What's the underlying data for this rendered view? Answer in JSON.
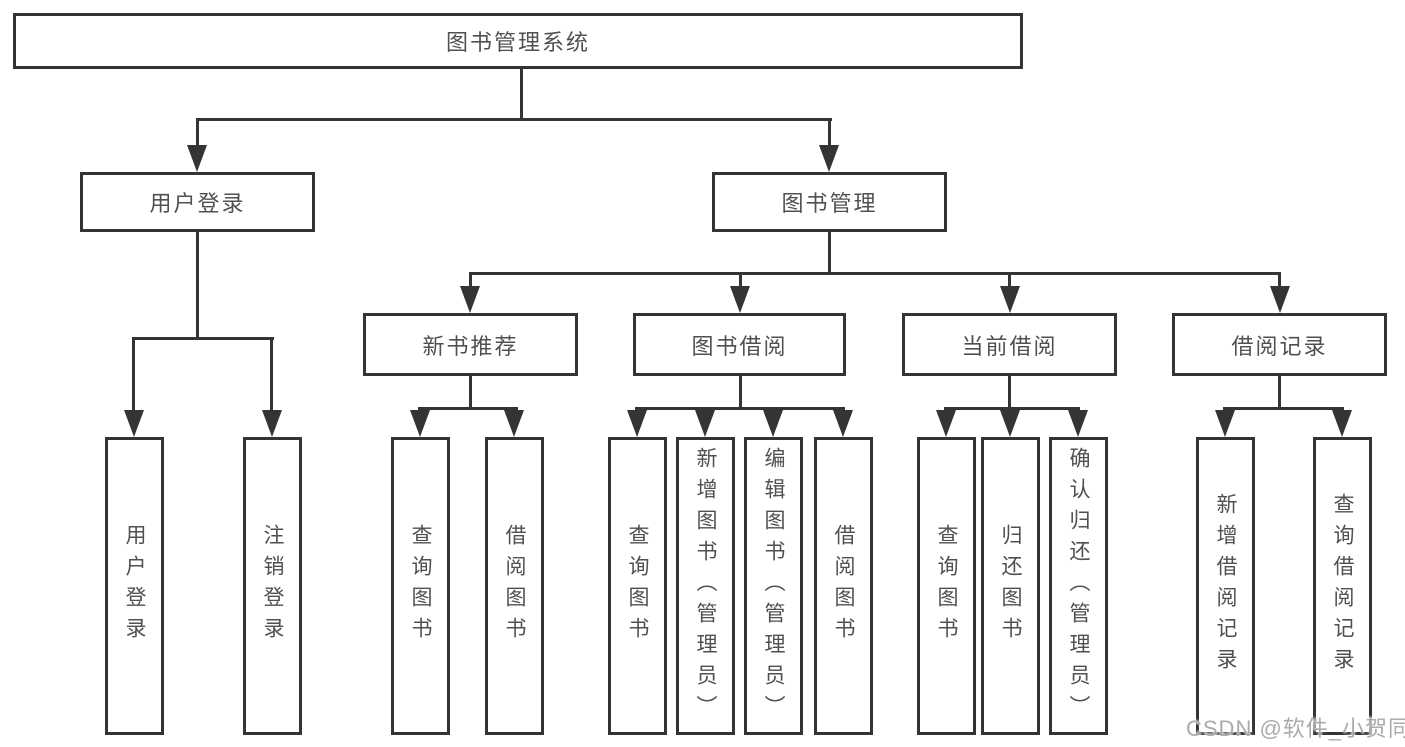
{
  "nodes": {
    "root": "图书管理系统",
    "user_login_branch": "用户登录",
    "book_management_branch": "图书管理",
    "new_book_recommend": "新书推荐",
    "book_borrowing": "图书借阅",
    "current_borrowing": "当前借阅",
    "borrowing_records": "借阅记录",
    "leaf_user_login": "用户登录",
    "leaf_logout": "注销登录",
    "leaf_query_books_recommend": "查询图书",
    "leaf_borrow_books_recommend": "借阅图书",
    "leaf_query_books_borrowing": "查询图书",
    "leaf_add_books_admin": "新增图书（管理员）",
    "leaf_edit_books_admin": "编辑图书（管理员）",
    "leaf_borrow_books_borrowing": "借阅图书",
    "leaf_query_books_current": "查询图书",
    "leaf_return_books": "归还图书",
    "leaf_confirm_return_admin": "确认归还（管理员）",
    "leaf_add_borrow_record": "新增借阅记录",
    "leaf_query_borrow_record": "查询借阅记录"
  },
  "watermark": "CSDN @软件_小贺同学",
  "colors": {
    "line": "#333436",
    "text": "#4f5052",
    "watermark": "#ababad",
    "background": "#ffffff"
  }
}
